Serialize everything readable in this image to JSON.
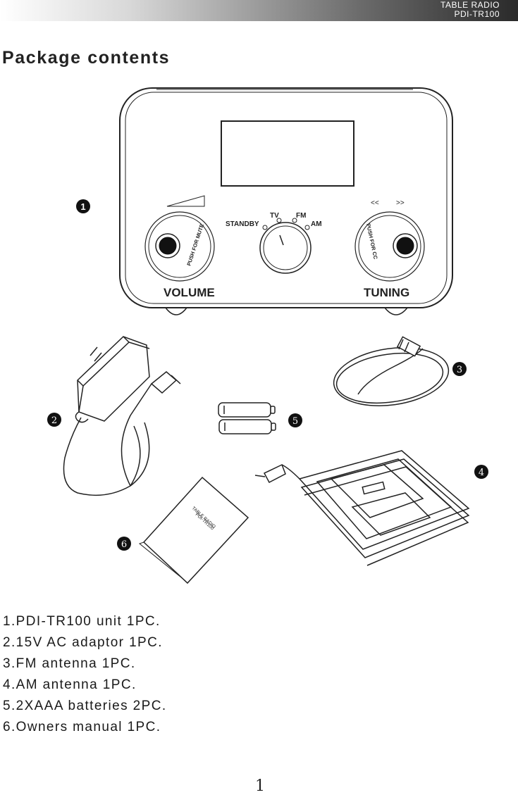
{
  "header": {
    "product_line": "TABLE RADIO",
    "model": "PDI-TR100"
  },
  "page_title": "Package contents",
  "radio": {
    "label_volume": "VOLUME",
    "label_tuning": "TUNING",
    "label_standby": "STANDBY",
    "label_tv": "TV",
    "label_fm": "FM",
    "label_am": "AM",
    "label_push_for_mute": "PUSH FOR MUTE",
    "label_push_for_cc": "PUSH FOR CC",
    "label_tune_down": "<<",
    "label_tune_up": ">>"
  },
  "manual_cover": {
    "line1": "TABLE RADIO",
    "line2": "PDI-TR100"
  },
  "callouts": [
    "1",
    "2",
    "3",
    "4",
    "5",
    "6"
  ],
  "contents_list": [
    "1.PDI-TR100 unit 1PC.",
    "2.15V AC adaptor 1PC.",
    "3.FM antenna 1PC.",
    "4.AM antenna 1PC.",
    "5.2XAAA batteries 2PC.",
    "6.Owners manual 1PC."
  ],
  "page_number": "1"
}
